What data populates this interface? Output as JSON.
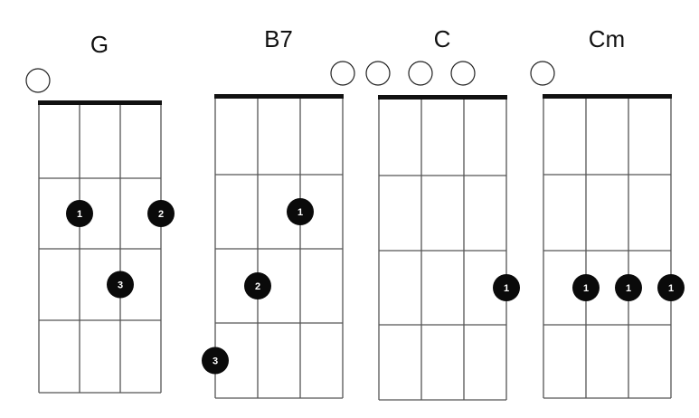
{
  "colors": {
    "line": "#555555",
    "nut": "#111111",
    "dot": "#0a0a0a",
    "dot_text": "#ffffff",
    "background": "#ffffff"
  },
  "chords": [
    {
      "name": "G",
      "open_strings": [
        0
      ],
      "dots": [
        {
          "string": 1,
          "fret": 2,
          "finger": "1"
        },
        {
          "string": 3,
          "fret": 2,
          "finger": "2"
        },
        {
          "string": 2,
          "fret": 3,
          "finger": "3"
        }
      ]
    },
    {
      "name": "B7",
      "open_strings": [],
      "dots": [
        {
          "string": 2,
          "fret": 2,
          "finger": "1"
        },
        {
          "string": 1,
          "fret": 3,
          "finger": "2"
        },
        {
          "string": 0,
          "fret": 4,
          "finger": "3"
        }
      ]
    },
    {
      "name": "C",
      "open_strings": [
        0,
        1,
        2
      ],
      "dots": [
        {
          "string": 3,
          "fret": 3,
          "finger": "1"
        }
      ]
    },
    {
      "name": "Cm",
      "open_strings": [],
      "dots": [
        {
          "string": 1,
          "fret": 3,
          "finger": "1"
        },
        {
          "string": 2,
          "fret": 3,
          "finger": "1"
        },
        {
          "string": 3,
          "fret": 3,
          "finger": "1"
        }
      ]
    }
  ]
}
